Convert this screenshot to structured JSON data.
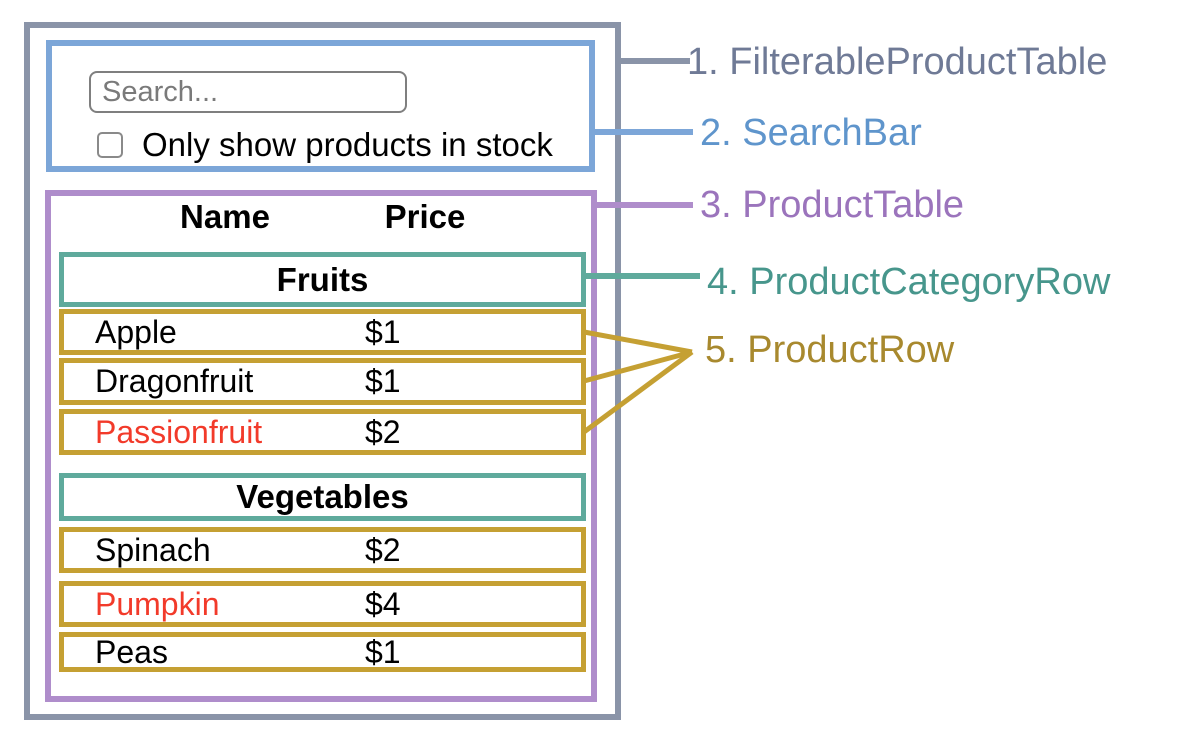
{
  "colors": {
    "container": "#8A94A8",
    "container_label": "#6F7A96",
    "searchbar": "#7CA6D8",
    "searchbar_label": "#5F95CC",
    "product_table": "#AF8DCB",
    "product_table_label": "#9B74BC",
    "category_row": "#5FAA9C",
    "category_row_label": "#47968C",
    "product_row": "#C5A033",
    "product_row_label": "#A8892E",
    "out_of_stock": "#F23A2A"
  },
  "search_bar": {
    "input_placeholder": "Search...",
    "input_value": "",
    "checkbox_checked": false,
    "checkbox_label": "Only show products in stock"
  },
  "table": {
    "columns": [
      "Name",
      "Price"
    ],
    "sections": [
      {
        "category": "Fruits",
        "rows": [
          {
            "name": "Apple",
            "price": "$1",
            "in_stock": true
          },
          {
            "name": "Dragonfruit",
            "price": "$1",
            "in_stock": true
          },
          {
            "name": "Passionfruit",
            "price": "$2",
            "in_stock": false
          }
        ]
      },
      {
        "category": "Vegetables",
        "rows": [
          {
            "name": "Spinach",
            "price": "$2",
            "in_stock": true
          },
          {
            "name": "Pumpkin",
            "price": "$4",
            "in_stock": false
          },
          {
            "name": "Peas",
            "price": "$1",
            "in_stock": true
          }
        ]
      }
    ]
  },
  "annotations": [
    {
      "text": "1. FilterableProductTable"
    },
    {
      "text": "2. SearchBar"
    },
    {
      "text": "3. ProductTable"
    },
    {
      "text": "4. ProductCategoryRow"
    },
    {
      "text": "5. ProductRow"
    }
  ]
}
